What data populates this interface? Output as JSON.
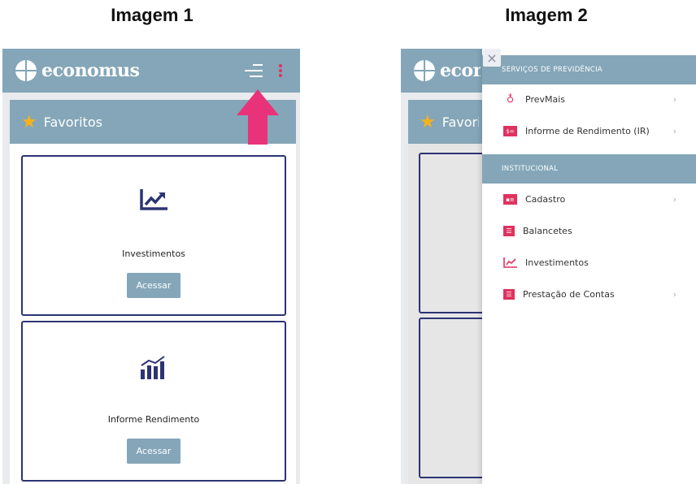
{
  "titles": {
    "left": "Imagem 1",
    "right": "Imagem 2"
  },
  "app": {
    "logo": "economus"
  },
  "favorites": {
    "title": "Favoritos",
    "cards": [
      {
        "label": "Investimentos",
        "button": "Acessar"
      },
      {
        "label": "Informe Rendimento",
        "button": "Acessar"
      }
    ]
  },
  "menu": {
    "sections": [
      {
        "title": "SERVIÇOS DE PREVIDÊNCIA",
        "items": [
          {
            "label": "PrevMais",
            "chevron": true
          },
          {
            "label": "Informe de Rendimento (IR)",
            "chevron": true
          }
        ]
      },
      {
        "title": "INSTITUCIONAL",
        "items": [
          {
            "label": "Cadastro",
            "chevron": true
          },
          {
            "label": "Balancetes"
          },
          {
            "label": "Investimentos"
          },
          {
            "label": "Prestação de Contas",
            "chevron": true
          }
        ]
      }
    ],
    "chevron": "›",
    "close": "×"
  },
  "colors": {
    "header": "#84a6b8",
    "accent": "#e0325f",
    "navy": "#2c3473",
    "arrow": "#e8337a"
  }
}
